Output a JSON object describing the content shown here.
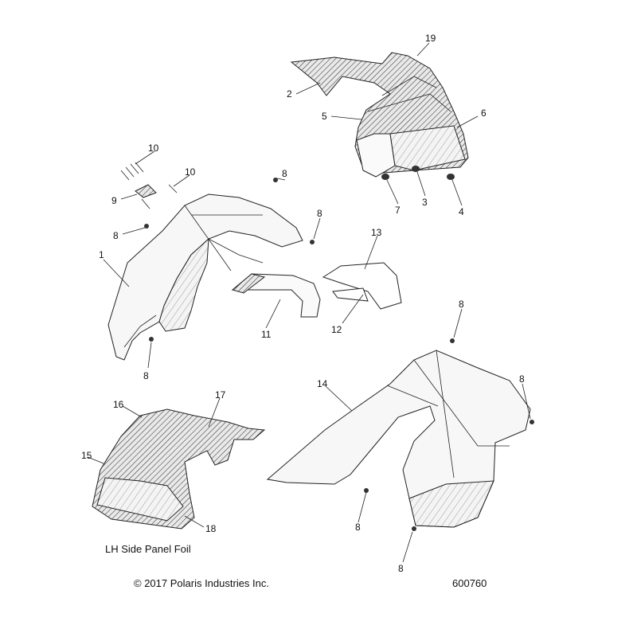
{
  "diagram": {
    "callouts": {
      "c1": "1",
      "c2": "2",
      "c3": "3",
      "c4": "4",
      "c5": "5",
      "c6": "6",
      "c7": "7",
      "c8a": "8",
      "c8b": "8",
      "c8c": "8",
      "c8d": "8",
      "c8e": "8",
      "c8f": "8",
      "c8g": "8",
      "c8h": "8",
      "c9": "9",
      "c10a": "10",
      "c10b": "10",
      "c11": "11",
      "c12": "12",
      "c13": "13",
      "c14": "14",
      "c15": "15",
      "c16": "16",
      "c17": "17",
      "c18": "18",
      "c19": "19"
    },
    "panel_caption": "LH Side Panel Foil",
    "copyright": "© 2017 Polaris Industries Inc.",
    "figure_number": "600760"
  }
}
